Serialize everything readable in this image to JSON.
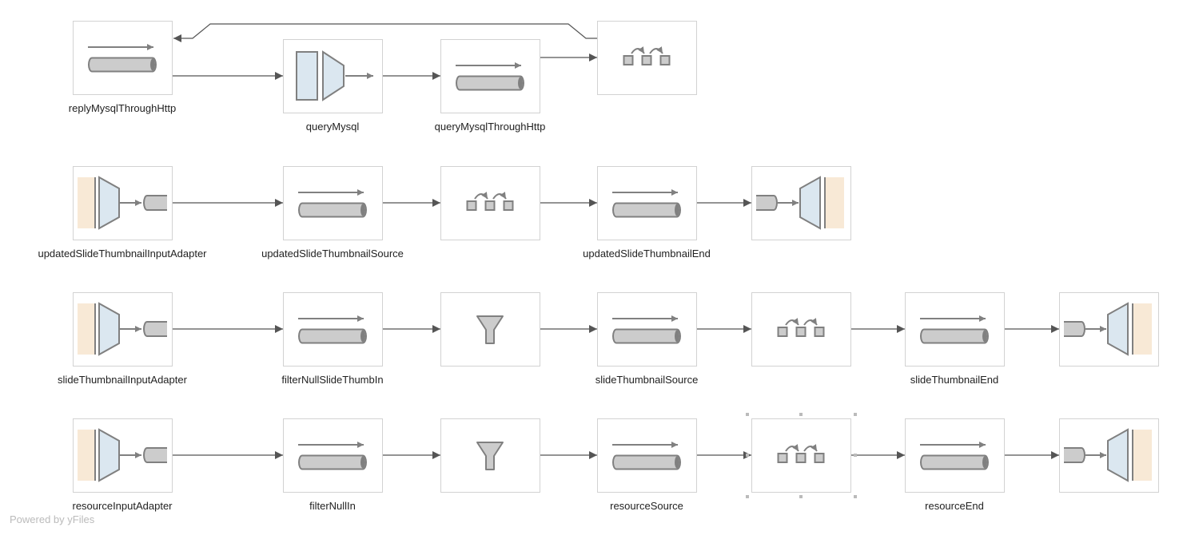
{
  "watermark": "Powered by yFiles",
  "colors": {
    "node_border": "#d2d2d2",
    "icon_stroke": "#808080",
    "pipe_fill": "#cccccc",
    "adapter_fill": "#f8e9d6",
    "transform_fill": "#dbe7f0",
    "edge": "#555555",
    "selection_handle": "#bbbbbb"
  },
  "nodes": [
    {
      "id": "n1",
      "label": "replyMysqlThroughHttp",
      "icon": "stream-icon"
    },
    {
      "id": "n2",
      "label": "queryMysql",
      "icon": "query-icon"
    },
    {
      "id": "n3",
      "label": "queryMysqlThroughHttp",
      "icon": "stream-icon"
    },
    {
      "id": "n4",
      "label": "",
      "icon": "window-icon"
    },
    {
      "id": "n5",
      "label": "updatedSlideThumbnailInputAdapter",
      "icon": "input-adapter-icon"
    },
    {
      "id": "n6",
      "label": "updatedSlideThumbnailSource",
      "icon": "stream-icon"
    },
    {
      "id": "n7",
      "label": "",
      "icon": "window-icon"
    },
    {
      "id": "n8",
      "label": "updatedSlideThumbnailEnd",
      "icon": "stream-icon"
    },
    {
      "id": "n9",
      "label": "",
      "icon": "output-adapter-icon"
    },
    {
      "id": "n10",
      "label": "slideThumbnailInputAdapter",
      "icon": "input-adapter-icon"
    },
    {
      "id": "n11",
      "label": "filterNullSlideThumbIn",
      "icon": "stream-icon"
    },
    {
      "id": "n12",
      "label": "",
      "icon": "filter-icon"
    },
    {
      "id": "n13",
      "label": "slideThumbnailSource",
      "icon": "stream-icon"
    },
    {
      "id": "n14",
      "label": "",
      "icon": "window-icon"
    },
    {
      "id": "n15",
      "label": "slideThumbnailEnd",
      "icon": "stream-icon"
    },
    {
      "id": "n16",
      "label": "",
      "icon": "output-adapter-icon"
    },
    {
      "id": "n17",
      "label": "resourceInputAdapter",
      "icon": "input-adapter-icon"
    },
    {
      "id": "n18",
      "label": "filterNullIn",
      "icon": "stream-icon"
    },
    {
      "id": "n19",
      "label": "",
      "icon": "filter-icon"
    },
    {
      "id": "n20",
      "label": "resourceSource",
      "icon": "stream-icon"
    },
    {
      "id": "n21",
      "label": "",
      "icon": "window-icon",
      "selected": true
    },
    {
      "id": "n22",
      "label": "resourceEnd",
      "icon": "stream-icon"
    },
    {
      "id": "n23",
      "label": "",
      "icon": "output-adapter-icon"
    }
  ],
  "edges": [
    {
      "from": "n1",
      "to": "n2"
    },
    {
      "from": "n2",
      "to": "n3"
    },
    {
      "from": "n3",
      "to": "n4"
    },
    {
      "from": "n4",
      "to": "n1"
    },
    {
      "from": "n5",
      "to": "n6"
    },
    {
      "from": "n6",
      "to": "n7"
    },
    {
      "from": "n7",
      "to": "n8"
    },
    {
      "from": "n8",
      "to": "n9"
    },
    {
      "from": "n10",
      "to": "n11"
    },
    {
      "from": "n11",
      "to": "n12"
    },
    {
      "from": "n12",
      "to": "n13"
    },
    {
      "from": "n13",
      "to": "n14"
    },
    {
      "from": "n14",
      "to": "n15"
    },
    {
      "from": "n15",
      "to": "n16"
    },
    {
      "from": "n17",
      "to": "n18"
    },
    {
      "from": "n18",
      "to": "n19"
    },
    {
      "from": "n19",
      "to": "n20"
    },
    {
      "from": "n20",
      "to": "n21"
    },
    {
      "from": "n21",
      "to": "n22"
    },
    {
      "from": "n22",
      "to": "n23"
    }
  ]
}
